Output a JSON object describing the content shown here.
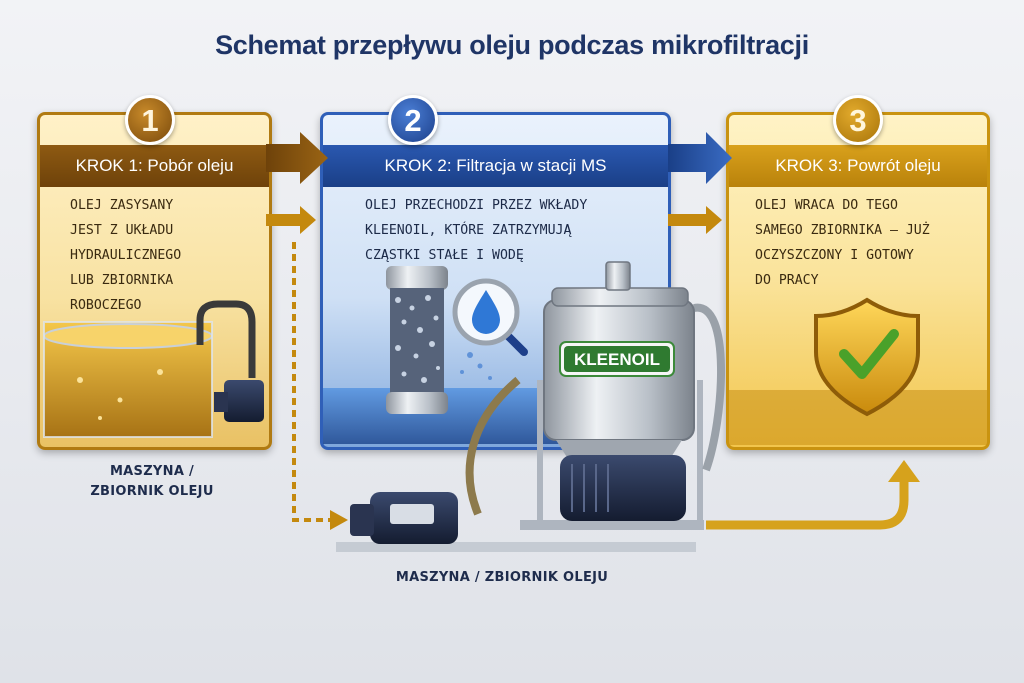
{
  "title": "Schemat przepływu oleju podczas mikrofiltracji",
  "steps": [
    {
      "number": "1",
      "label": "KROK 1: Pobór oleju",
      "text": "OLEJ ZASYSANY\nJEST Z UKŁADU\nHYDRAULICZNEGO\nLUB ZBIORNIKA\nROBOCZEGO",
      "color": "#7a4a0c"
    },
    {
      "number": "2",
      "label": "KROK 2: Filtracja w stacji MS",
      "text": "OLEJ PRZECHODZI PRZEZ WKŁADY\nKLEENOIL, KTÓRE ZATRZYMUJĄ\nCZĄSTKI STAŁE I WODĘ",
      "color": "#1f4a9c"
    },
    {
      "number": "3",
      "label": "KROK 3: Powrót oleju",
      "text": "OLEJ WRACA DO TEGO\nSAMEGO ZBIORNIKA – JUŻ\nOCZYSZCZONY I GOTOWY\nDO PRACY",
      "color": "#c99310"
    }
  ],
  "machine_brand": "KLEENOIL",
  "labels": {
    "tank_left": "MASZYNA /\nZBIORNIK OLEJU",
    "tank_bottom": "MASZYNA / ZBIORNIK OLEJU"
  },
  "icons": [
    "arrow-right-icon",
    "water-drop-icon",
    "magnifier-icon",
    "shield-check-icon",
    "filter-cartridge-icon",
    "pump-icon",
    "oil-tank-icon"
  ]
}
